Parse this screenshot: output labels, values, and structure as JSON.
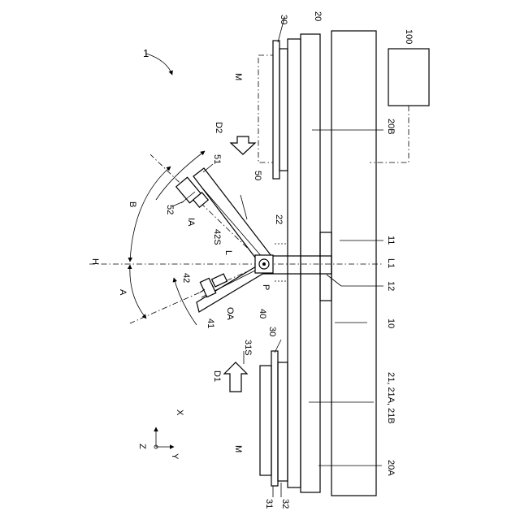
{
  "figure": {
    "labels": {
      "l1": "1",
      "l10": "10",
      "l11": "11",
      "l12": "12",
      "l20": "20",
      "l20A": "20A",
      "l20B": "20B",
      "l21": "21, 21A, 21B",
      "l22": "22",
      "l30top": "30",
      "l30mid": "30",
      "l31": "31",
      "l31S": "31S",
      "l32": "32",
      "l40": "40",
      "l41": "41",
      "l42": "42",
      "l42S": "42S",
      "l50": "50",
      "l51": "51",
      "l52": "52",
      "l100": "100",
      "lM1": "M",
      "lM2": "M",
      "lD1": "D1",
      "lD2": "D2",
      "lA": "A",
      "lB": "B",
      "lH": "H",
      "lL": "L",
      "lL1": "L1",
      "lIA": "IA",
      "lOA": "OA",
      "lP": "P",
      "lX": "X",
      "lY": "Y",
      "lZ": "Z"
    }
  }
}
